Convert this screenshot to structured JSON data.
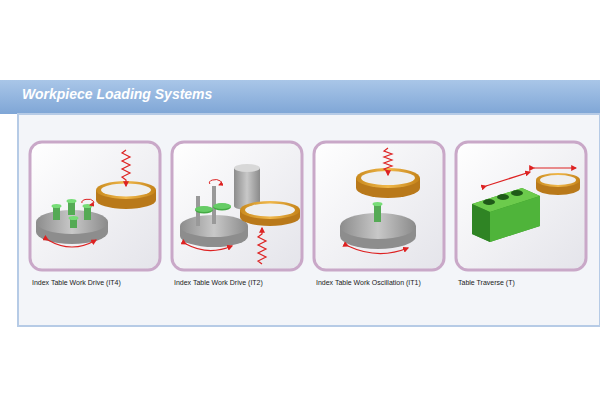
{
  "diagram": {
    "title": "Workpiece Loading Systems",
    "nodes": [
      {
        "text": [
          "Index Table Work Drive (IT4)"
        ]
      },
      {
        "text": [
          "Index Table Work Drive (IT2)"
        ]
      },
      {
        "text": [
          "Index Table Work Oscillation (IT1)"
        ]
      },
      {
        "text": [
          "Table Traverse (T)"
        ]
      }
    ]
  }
}
